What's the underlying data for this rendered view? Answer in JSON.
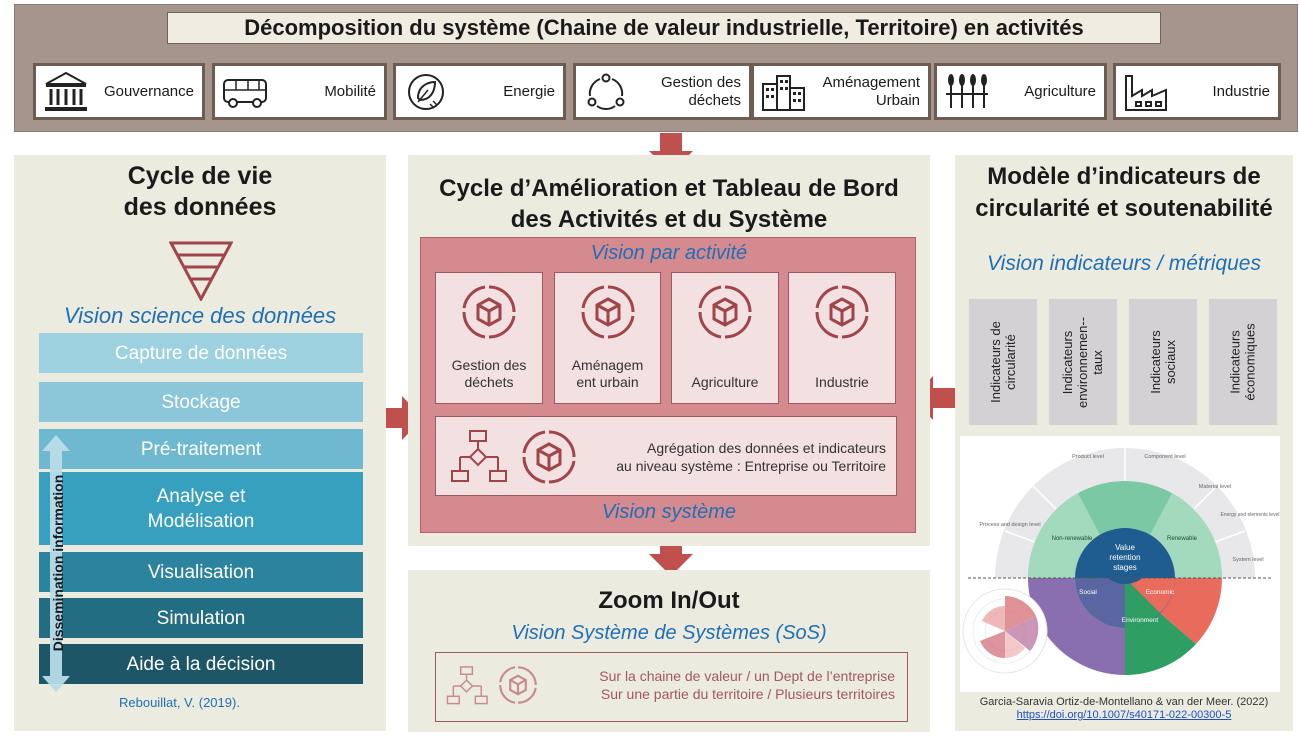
{
  "header": {
    "title": "Décomposition du système (Chaine de valeur industrielle, Territoire) en activités",
    "activities": [
      {
        "label": "Gouvernance",
        "icon": "building-columns-icon"
      },
      {
        "label": "Mobilité",
        "icon": "bus-icon"
      },
      {
        "label": "Energie",
        "icon": "leaf-plug-icon"
      },
      {
        "label": "Gestion des déchets",
        "line1": "Gestion des",
        "line2": "déchets",
        "icon": "recycle-cycle-icon"
      },
      {
        "label": "Aménagement Urbain",
        "line1": "Aménagement",
        "line2": "Urbain",
        "icon": "city-buildings-icon"
      },
      {
        "label": "Agriculture",
        "icon": "wheat-icon"
      },
      {
        "label": "Industrie",
        "icon": "factory-icon"
      }
    ]
  },
  "left": {
    "title_line1": "Cycle de vie",
    "title_line2": "des données",
    "vision": "Vision science des données",
    "steps": [
      {
        "label": "Capture de données"
      },
      {
        "label": "Stockage"
      },
      {
        "label": "Pré-traitement"
      },
      {
        "label": "Analyse et",
        "label2": "Modélisation"
      },
      {
        "label": "Visualisation"
      },
      {
        "label": "Simulation"
      },
      {
        "label": "Aide à la décision"
      }
    ],
    "dissemination": "Dissemination information",
    "reference": "Rebouillat, V. (2019)."
  },
  "center": {
    "title_line1": "Cycle d’Amélioration et Tableau de Bord",
    "title_line2": "des Activités et du Système",
    "vision_activity": "Vision par activité",
    "cards": [
      {
        "line1": "Gestion des",
        "line2": "déchets"
      },
      {
        "line1": "Aménagem",
        "line2": "ent urbain"
      },
      {
        "line1": "Agriculture",
        "line2": ""
      },
      {
        "line1": "Industrie",
        "line2": ""
      }
    ],
    "aggregation_line1": "Agrégation des données et indicateurs",
    "aggregation_line2": "au niveau système : Entreprise ou Territoire",
    "vision_system": "Vision système"
  },
  "zoom": {
    "title": "Zoom In/Out",
    "vision": "Vision Système de Systèmes (SoS)",
    "line1": "Sur la chaine de valeur / un Dept de l’entreprise",
    "line2": "Sur une partie du territoire / Plusieurs territoires"
  },
  "right": {
    "title_line1": "Modèle d’indicateurs de",
    "title_line2": "circularité et soutenabilité",
    "vision": "Vision indicateurs / métriques",
    "indicators": [
      {
        "line1": "Indicateurs de",
        "line2": "circularité"
      },
      {
        "line1": "Indicateurs",
        "line2": "environnemen--",
        "line3": "taux"
      },
      {
        "line1": "Indicateurs",
        "line2": "sociaux"
      },
      {
        "line1": "Indicateurs",
        "line2": "économiques"
      }
    ],
    "wheel": {
      "center_line1": "Value",
      "center_line2": "retention",
      "center_line3": "stages",
      "sectors": [
        "Environment",
        "Social",
        "Economic",
        "Non-renewable",
        "Renewable"
      ],
      "levels": [
        "Product level",
        "Component level",
        "Material level",
        "Energy and elements level",
        "System level",
        "Process and design level"
      ],
      "colors": [
        "#7bc8a4",
        "#2f9e63",
        "#8a6fb0",
        "#e86b5c",
        "#c2e6c9",
        "#1f5c8f"
      ]
    },
    "reference_line1": "Garcia-Saravia Ortiz-de-Montellano & van der Meer. (2022)",
    "reference_link": "https://doi.org/10.1007/s40171-022-00300-5"
  },
  "colors": {
    "top_band": "#a6958d",
    "panel": "#ecebe0",
    "red_box": "#d48a8f",
    "card": "#f3e0e1",
    "arrow": "#c0504d",
    "vision_blue": "#1f6fb5"
  }
}
